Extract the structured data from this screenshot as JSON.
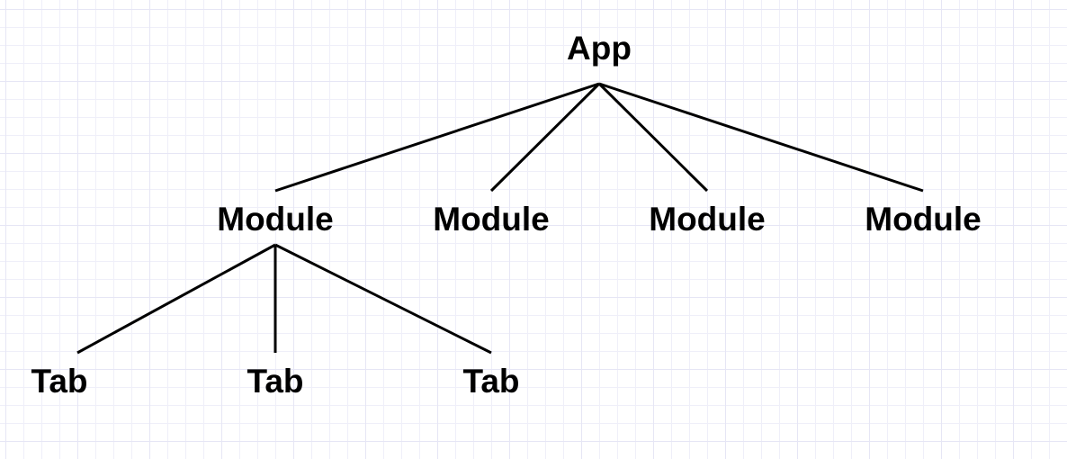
{
  "diagram": {
    "root": {
      "label": "App"
    },
    "modules": [
      {
        "label": "Module"
      },
      {
        "label": "Module"
      },
      {
        "label": "Module"
      },
      {
        "label": "Module"
      }
    ],
    "tabs": [
      {
        "label": "Tab"
      },
      {
        "label": "Tab"
      },
      {
        "label": "Tab"
      }
    ]
  },
  "colors": {
    "line": "#000000",
    "text": "#000000",
    "background": "#ffffff",
    "grid": "#e6e6f5"
  }
}
